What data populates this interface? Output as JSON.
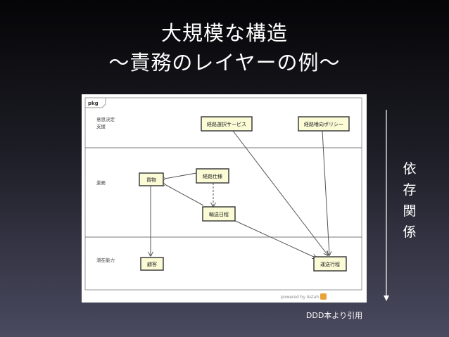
{
  "slide": {
    "title_line1": "大規模な構造",
    "title_line2": "〜責務のレイヤーの例〜",
    "citation": "DDD本より引用",
    "dependency_label": [
      "依",
      "存",
      "関",
      "係"
    ]
  },
  "diagram": {
    "frame_label": "pkg",
    "layers": [
      {
        "id": "decision",
        "label_lines": [
          "意思決定",
          "支援"
        ]
      },
      {
        "id": "operation",
        "label_lines": [
          "業務"
        ]
      },
      {
        "id": "potential",
        "label_lines": [
          "潜在能力"
        ]
      }
    ],
    "nodes": {
      "route_select_service": "経路選択サービス",
      "route_preference_policy": "経路嗜向ポリシー",
      "cargo": "貨物",
      "route_spec": "経路仕様",
      "transport_schedule": "輸送日程",
      "customer": "顧客",
      "transport_operation": "運送行程"
    },
    "watermark": "powered by Astah",
    "colors": {
      "node_fill": "#fbfbd6",
      "node_border": "#333333",
      "arrow": "#555555",
      "astah_badge": "#e8a33a"
    }
  }
}
